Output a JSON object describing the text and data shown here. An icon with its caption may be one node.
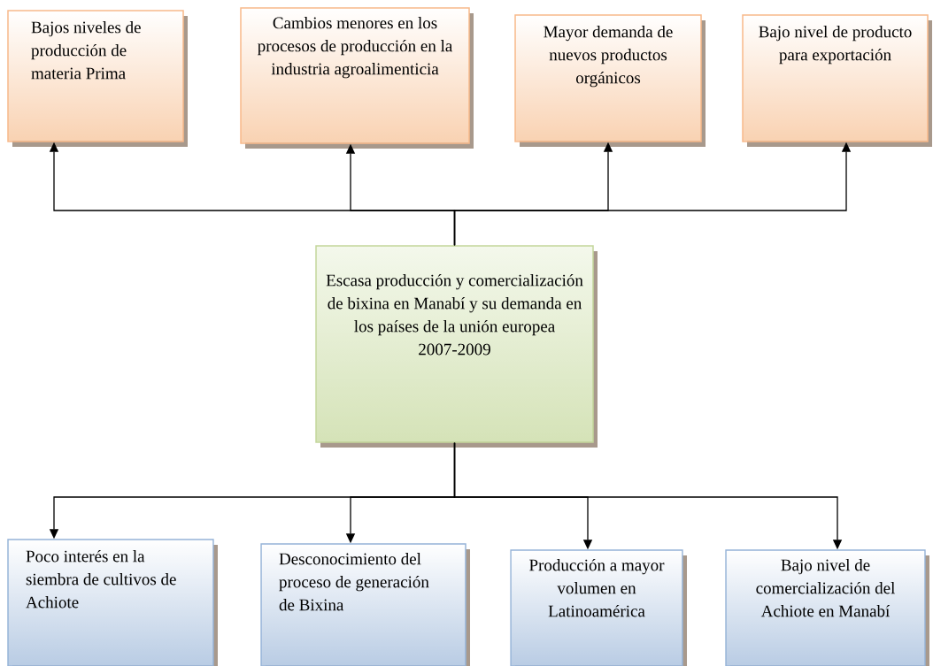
{
  "diagram": {
    "nodes": [
      {
        "text": [
          "Bajos niveles de producción de materia Prima"
        ]
      },
      {
        "text": [
          "Cambios menores en los procesos de producción en la industria agroalimenticia"
        ]
      },
      {
        "text": [
          "Mayor demanda de nuevos productos orgánicos"
        ]
      },
      {
        "text": [
          "Bajo nivel de producto para exportación"
        ]
      },
      {
        "text": [
          "Escasa producción y comercialización de bixina en Manabí y su demanda en los países de la unión europea 2007-2009"
        ]
      },
      {
        "text": [
          "Poco interés en la siembra de cultivos de Achiote"
        ]
      },
      {
        "text": [
          "Desconocimiento del proceso de generación de Bixina"
        ]
      },
      {
        "text": [
          "Producción a mayor volumen en Latinoamérica"
        ]
      },
      {
        "text": [
          "Bajo nivel de comercialización del Achiote en Manabí"
        ]
      }
    ],
    "edges": [
      {
        "from": 4,
        "to": 0,
        "arrow": "to"
      },
      {
        "from": 4,
        "to": 1,
        "arrow": "to"
      },
      {
        "from": 4,
        "to": 2,
        "arrow": "to"
      },
      {
        "from": 4,
        "to": 3,
        "arrow": "to"
      },
      {
        "from": 4,
        "to": 5,
        "arrow": "to"
      },
      {
        "from": 4,
        "to": 6,
        "arrow": "to"
      },
      {
        "from": 4,
        "to": 7,
        "arrow": "to"
      },
      {
        "from": 4,
        "to": 8,
        "arrow": "to"
      }
    ]
  }
}
